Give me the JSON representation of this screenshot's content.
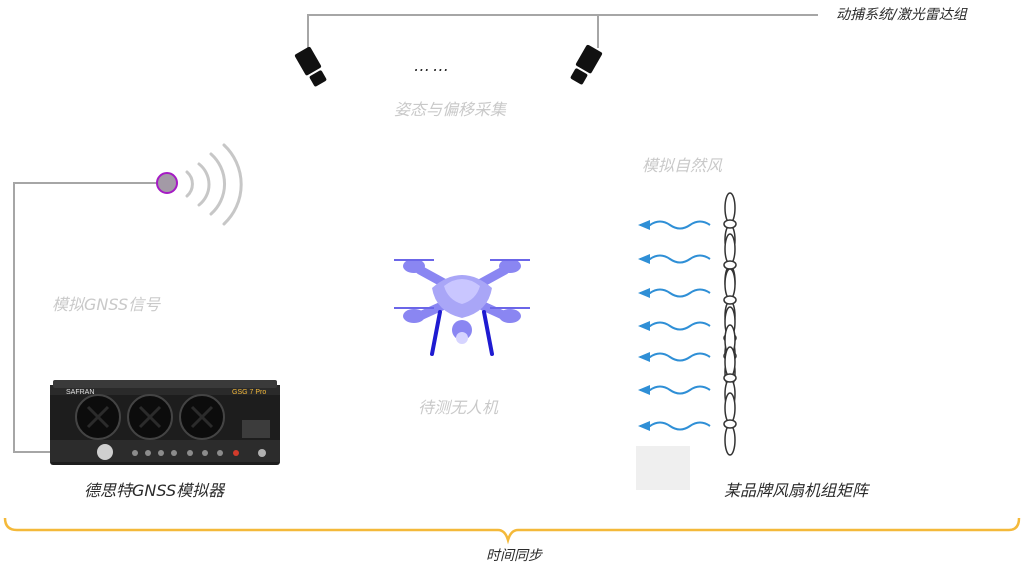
{
  "labels": {
    "mocap": "动捕系统/激光雷达组",
    "posture": "姿态与偏移采集",
    "dots": "……",
    "natural_wind": "模拟自然风",
    "gnss_signal": "模拟GNSS信号",
    "drone": "待测无人机",
    "simulator": "德思特GNSS模拟器",
    "fan_matrix": "某品牌风扇机组矩阵",
    "time_sync": "时间同步"
  },
  "device": {
    "brand": "SAFRAN",
    "model": "GSG 7 Pro"
  },
  "colors": {
    "line": "#a6a6a6",
    "bracket": "#f4b93a",
    "wind": "#2f8fd6",
    "drone": "#8a86f2",
    "drone_dark": "#1f1bd1",
    "antenna_fill": "#a39aa6",
    "antenna_ring": "#a51bc4"
  },
  "counts": {
    "fan_rows": 7,
    "propellers": 7
  }
}
